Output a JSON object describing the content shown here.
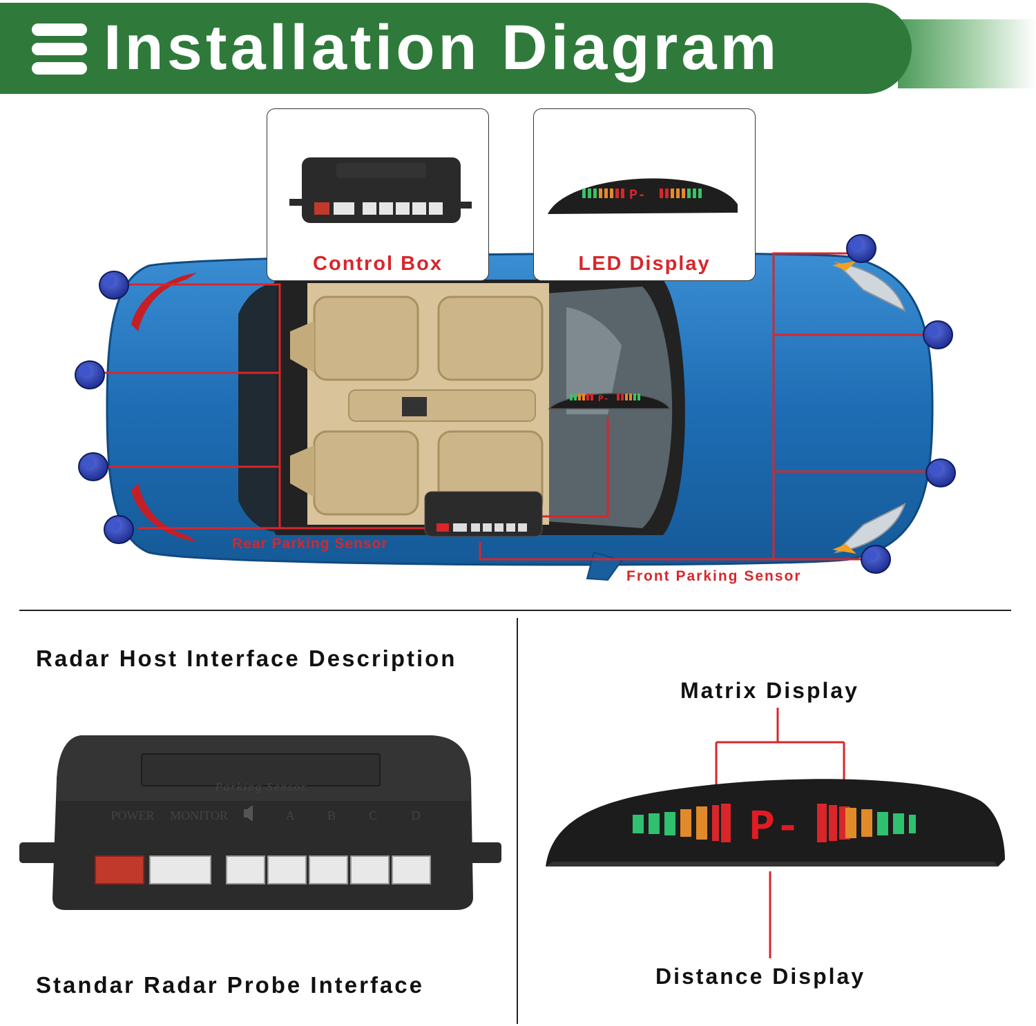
{
  "header": {
    "title": "Installation Diagram",
    "menu_icon": "menu-icon",
    "colors": {
      "bar": "#2f7a3a",
      "text": "#ffffff"
    }
  },
  "diagram": {
    "callouts": {
      "control_box": "Control Box",
      "led_display": "LED Display"
    },
    "labels": {
      "rear_sensor": "Rear Parking Sensor",
      "front_sensor": "Front Parking Sensor"
    },
    "colors": {
      "car_body": "#1f6fb5",
      "sensor": "#1b2f9c",
      "wire": "#d8262b",
      "interior": "#d9c39a"
    }
  },
  "interface": {
    "title": "Radar Host Interface Description",
    "ports": [
      "POWER",
      "MONITOR",
      "A",
      "B",
      "C",
      "D"
    ],
    "brand_text": "Parking Sensor",
    "footer": "Standar Radar Probe Interface"
  },
  "display": {
    "matrix_label": "Matrix Display",
    "distance_label": "Distance Display",
    "readout": "P-"
  }
}
